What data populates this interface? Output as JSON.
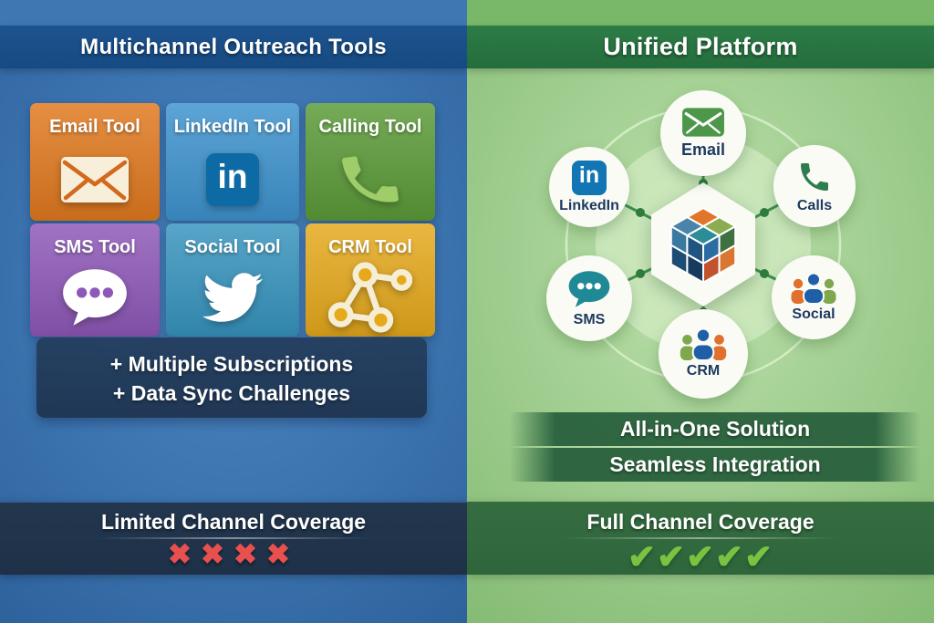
{
  "left_panel": {
    "title": "Multichannel Outreach Tools",
    "tools": [
      {
        "label": "Email Tool",
        "icon": "envelope-icon",
        "color": "#e0791f"
      },
      {
        "label": "LinkedIn Tool",
        "icon": "linkedin-icon",
        "color": "#3e93ce"
      },
      {
        "label": "Calling Tool",
        "icon": "phone-icon",
        "color": "#5b9a38"
      },
      {
        "label": "SMS Tool",
        "icon": "speech-bubble-icon",
        "color": "#8e58b8"
      },
      {
        "label": "Social Tool",
        "icon": "twitter-bird-icon",
        "color": "#3794be"
      },
      {
        "label": "CRM Tool",
        "icon": "network-nodes-icon",
        "color": "#e5a91c"
      }
    ],
    "linkedin_glyph": "in",
    "drawbacks": [
      "+ Multiple Subscriptions",
      "+ Data Sync Challenges"
    ],
    "footer": {
      "title": "Limited Channel Coverage",
      "marks": "✖✖✖✖",
      "mark_color": "#e8504e"
    }
  },
  "right_panel": {
    "title": "Unified Platform",
    "hub": {
      "center_icon": "integration-cube-icon",
      "nodes": [
        {
          "label": "Email",
          "icon": "envelope-icon"
        },
        {
          "label": "LinkedIn",
          "icon": "linkedin-icon"
        },
        {
          "label": "Calls",
          "icon": "phone-icon"
        },
        {
          "label": "SMS",
          "icon": "speech-bubble-icon"
        },
        {
          "label": "Social",
          "icon": "people-group-icon"
        },
        {
          "label": "CRM",
          "icon": "people-group-icon"
        }
      ]
    },
    "benefits": [
      "All-in-One Solution",
      "Seamless Integration"
    ],
    "footer": {
      "title": "Full Channel Coverage",
      "marks": "✔✔✔✔✔",
      "mark_color": "#7cc242"
    }
  },
  "colors": {
    "left_background": "#3a72ae",
    "left_header": "#174a82",
    "right_background": "#9ccb8c",
    "right_header": "#2d7c47",
    "drawback_box": "#243e5e",
    "left_footer_band": "#22364e",
    "right_footer_band": "#356d41"
  }
}
